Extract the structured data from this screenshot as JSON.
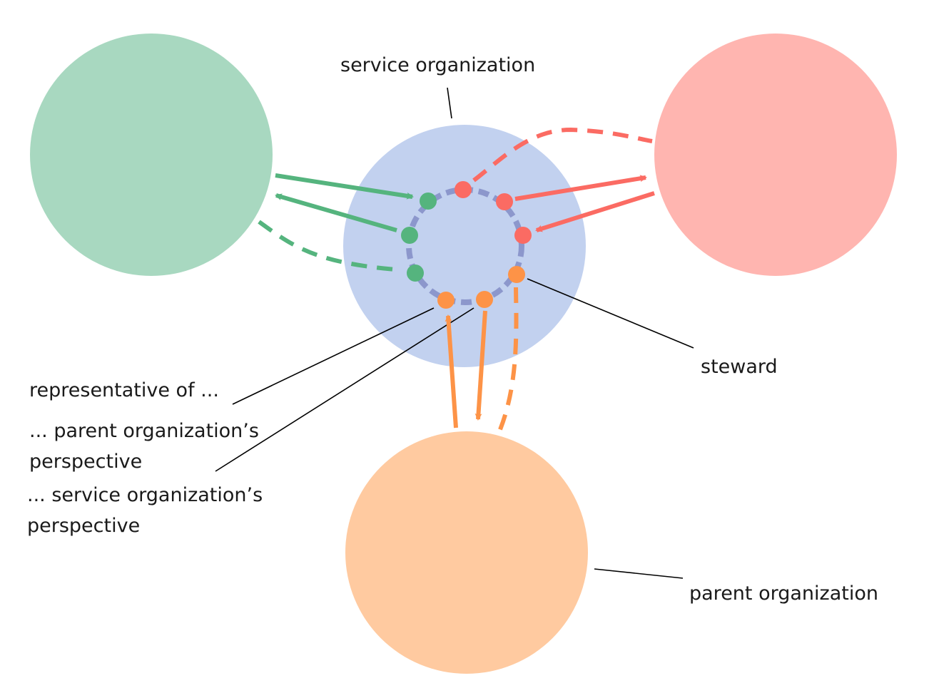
{
  "labels": {
    "service_organization": "service organization",
    "steward": "steward",
    "parent_organization": "parent organization",
    "representative_of": "representative of ...",
    "parent_perspective_line1": "... parent organization’s",
    "parent_perspective_line2": "perspective",
    "service_perspective_line1": "... service organization’s",
    "service_perspective_line2": "perspective"
  },
  "colors": {
    "green_org": "#a8d8c0",
    "green_accent": "#55b47e",
    "red_org": "#ffb5b0",
    "red_accent": "#fb6b63",
    "orange_org": "#ffcaa0",
    "orange_accent": "#fd9347",
    "service_org": "#c2d1ef",
    "ring": "#8c97cc",
    "leader": "#000000"
  }
}
